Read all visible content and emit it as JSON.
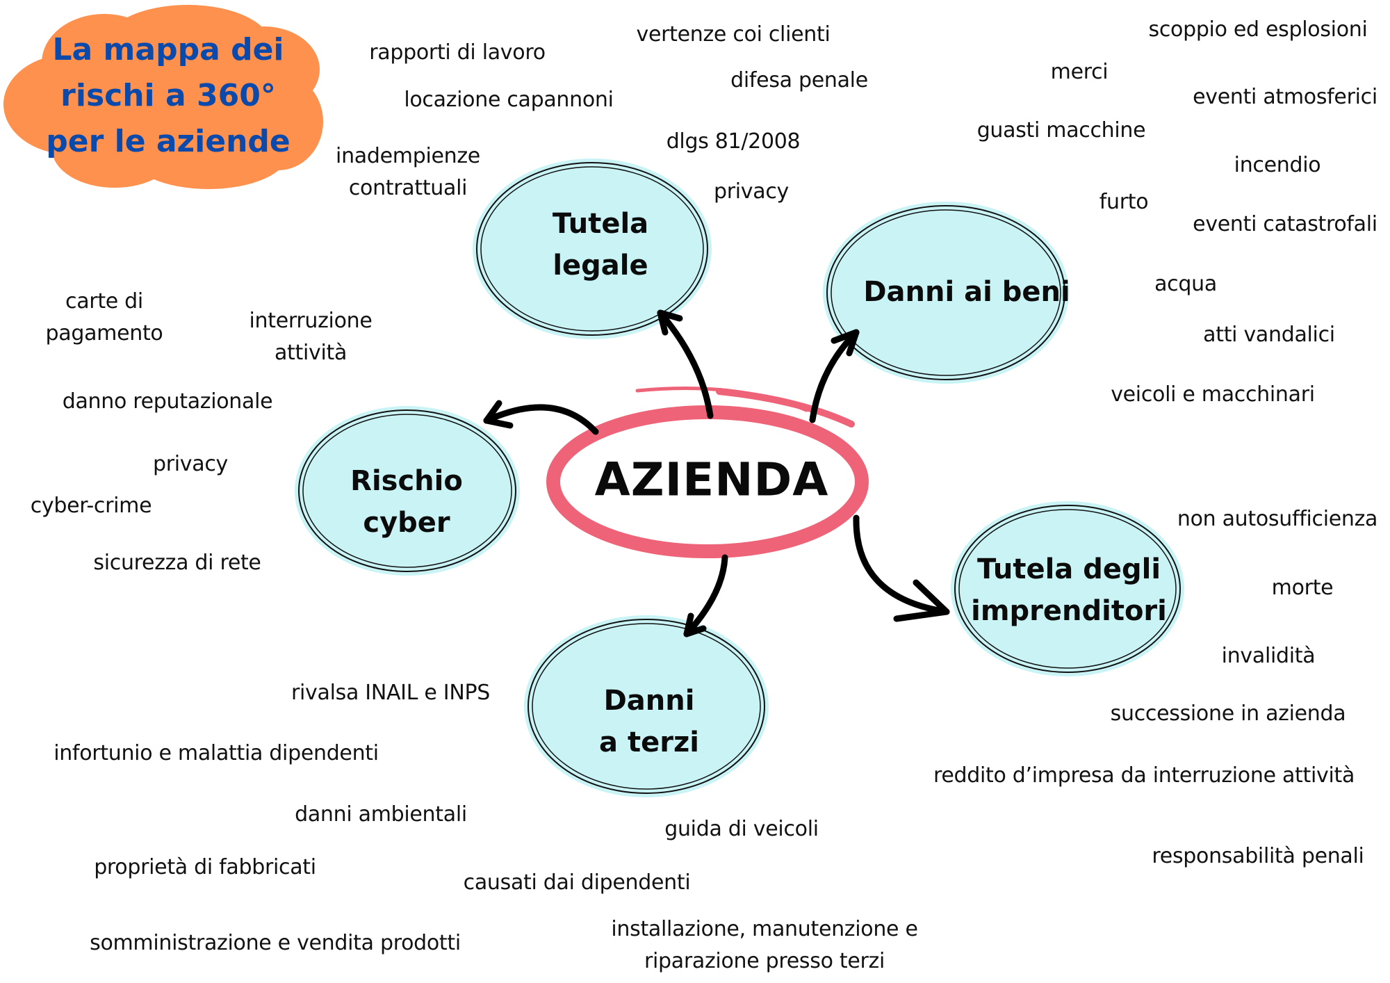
{
  "title": {
    "lines": [
      "La mappa dei",
      "rischi a 360°",
      "per le aziende"
    ],
    "cloud_color": "#fd914d",
    "text_color": "#0b4aab"
  },
  "center": {
    "label": "AZIENDA",
    "ring_color": "#ee6377"
  },
  "node_fill": "#c9f3f5",
  "nodes": [
    {
      "id": "tutela-legale",
      "lines": [
        "Tutela",
        "legale"
      ]
    },
    {
      "id": "danni-ai-beni",
      "lines": [
        "Danni ai beni"
      ]
    },
    {
      "id": "rischio-cyber",
      "lines": [
        "Rischio",
        "cyber"
      ]
    },
    {
      "id": "danni-a-terzi",
      "lines": [
        "Danni",
        "a terzi"
      ]
    },
    {
      "id": "tutela-imprenditori",
      "lines": [
        "Tutela degli",
        "imprenditori"
      ]
    }
  ],
  "groups": {
    "tutela_legale": [
      "rapporti di lavoro",
      "vertenze coi clienti",
      "difesa penale",
      "locazione capannoni",
      "dlgs 81/2008",
      "inadempienze\ncontrattuali",
      "privacy"
    ],
    "danni_ai_beni": [
      "scoppio ed esplosioni",
      "merci",
      "eventi atmosferici",
      "guasti macchine",
      "incendio",
      "furto",
      "eventi catastrofali",
      "acqua",
      "atti vandalici",
      "veicoli e macchinari"
    ],
    "rischio_cyber": [
      "carte di\npagamento",
      "interruzione\nattività",
      "danno reputazionale",
      "privacy",
      "cyber-crime",
      "sicurezza di rete"
    ],
    "tutela_imprenditori": [
      "non autosufficienza",
      "morte",
      "invalidità",
      "successione in azienda",
      "reddito d’impresa da interruzione attività",
      "responsabilità penali"
    ],
    "danni_a_terzi": [
      "rivalsa INAIL e INPS",
      "infortunio e malattia dipendenti",
      "danni ambientali",
      "guida di veicoli",
      "proprietà di fabbricati",
      "causati dai dipendenti",
      "somministrazione e vendita prodotti",
      "installazione, manutenzione e\nriparazione presso terzi"
    ]
  }
}
